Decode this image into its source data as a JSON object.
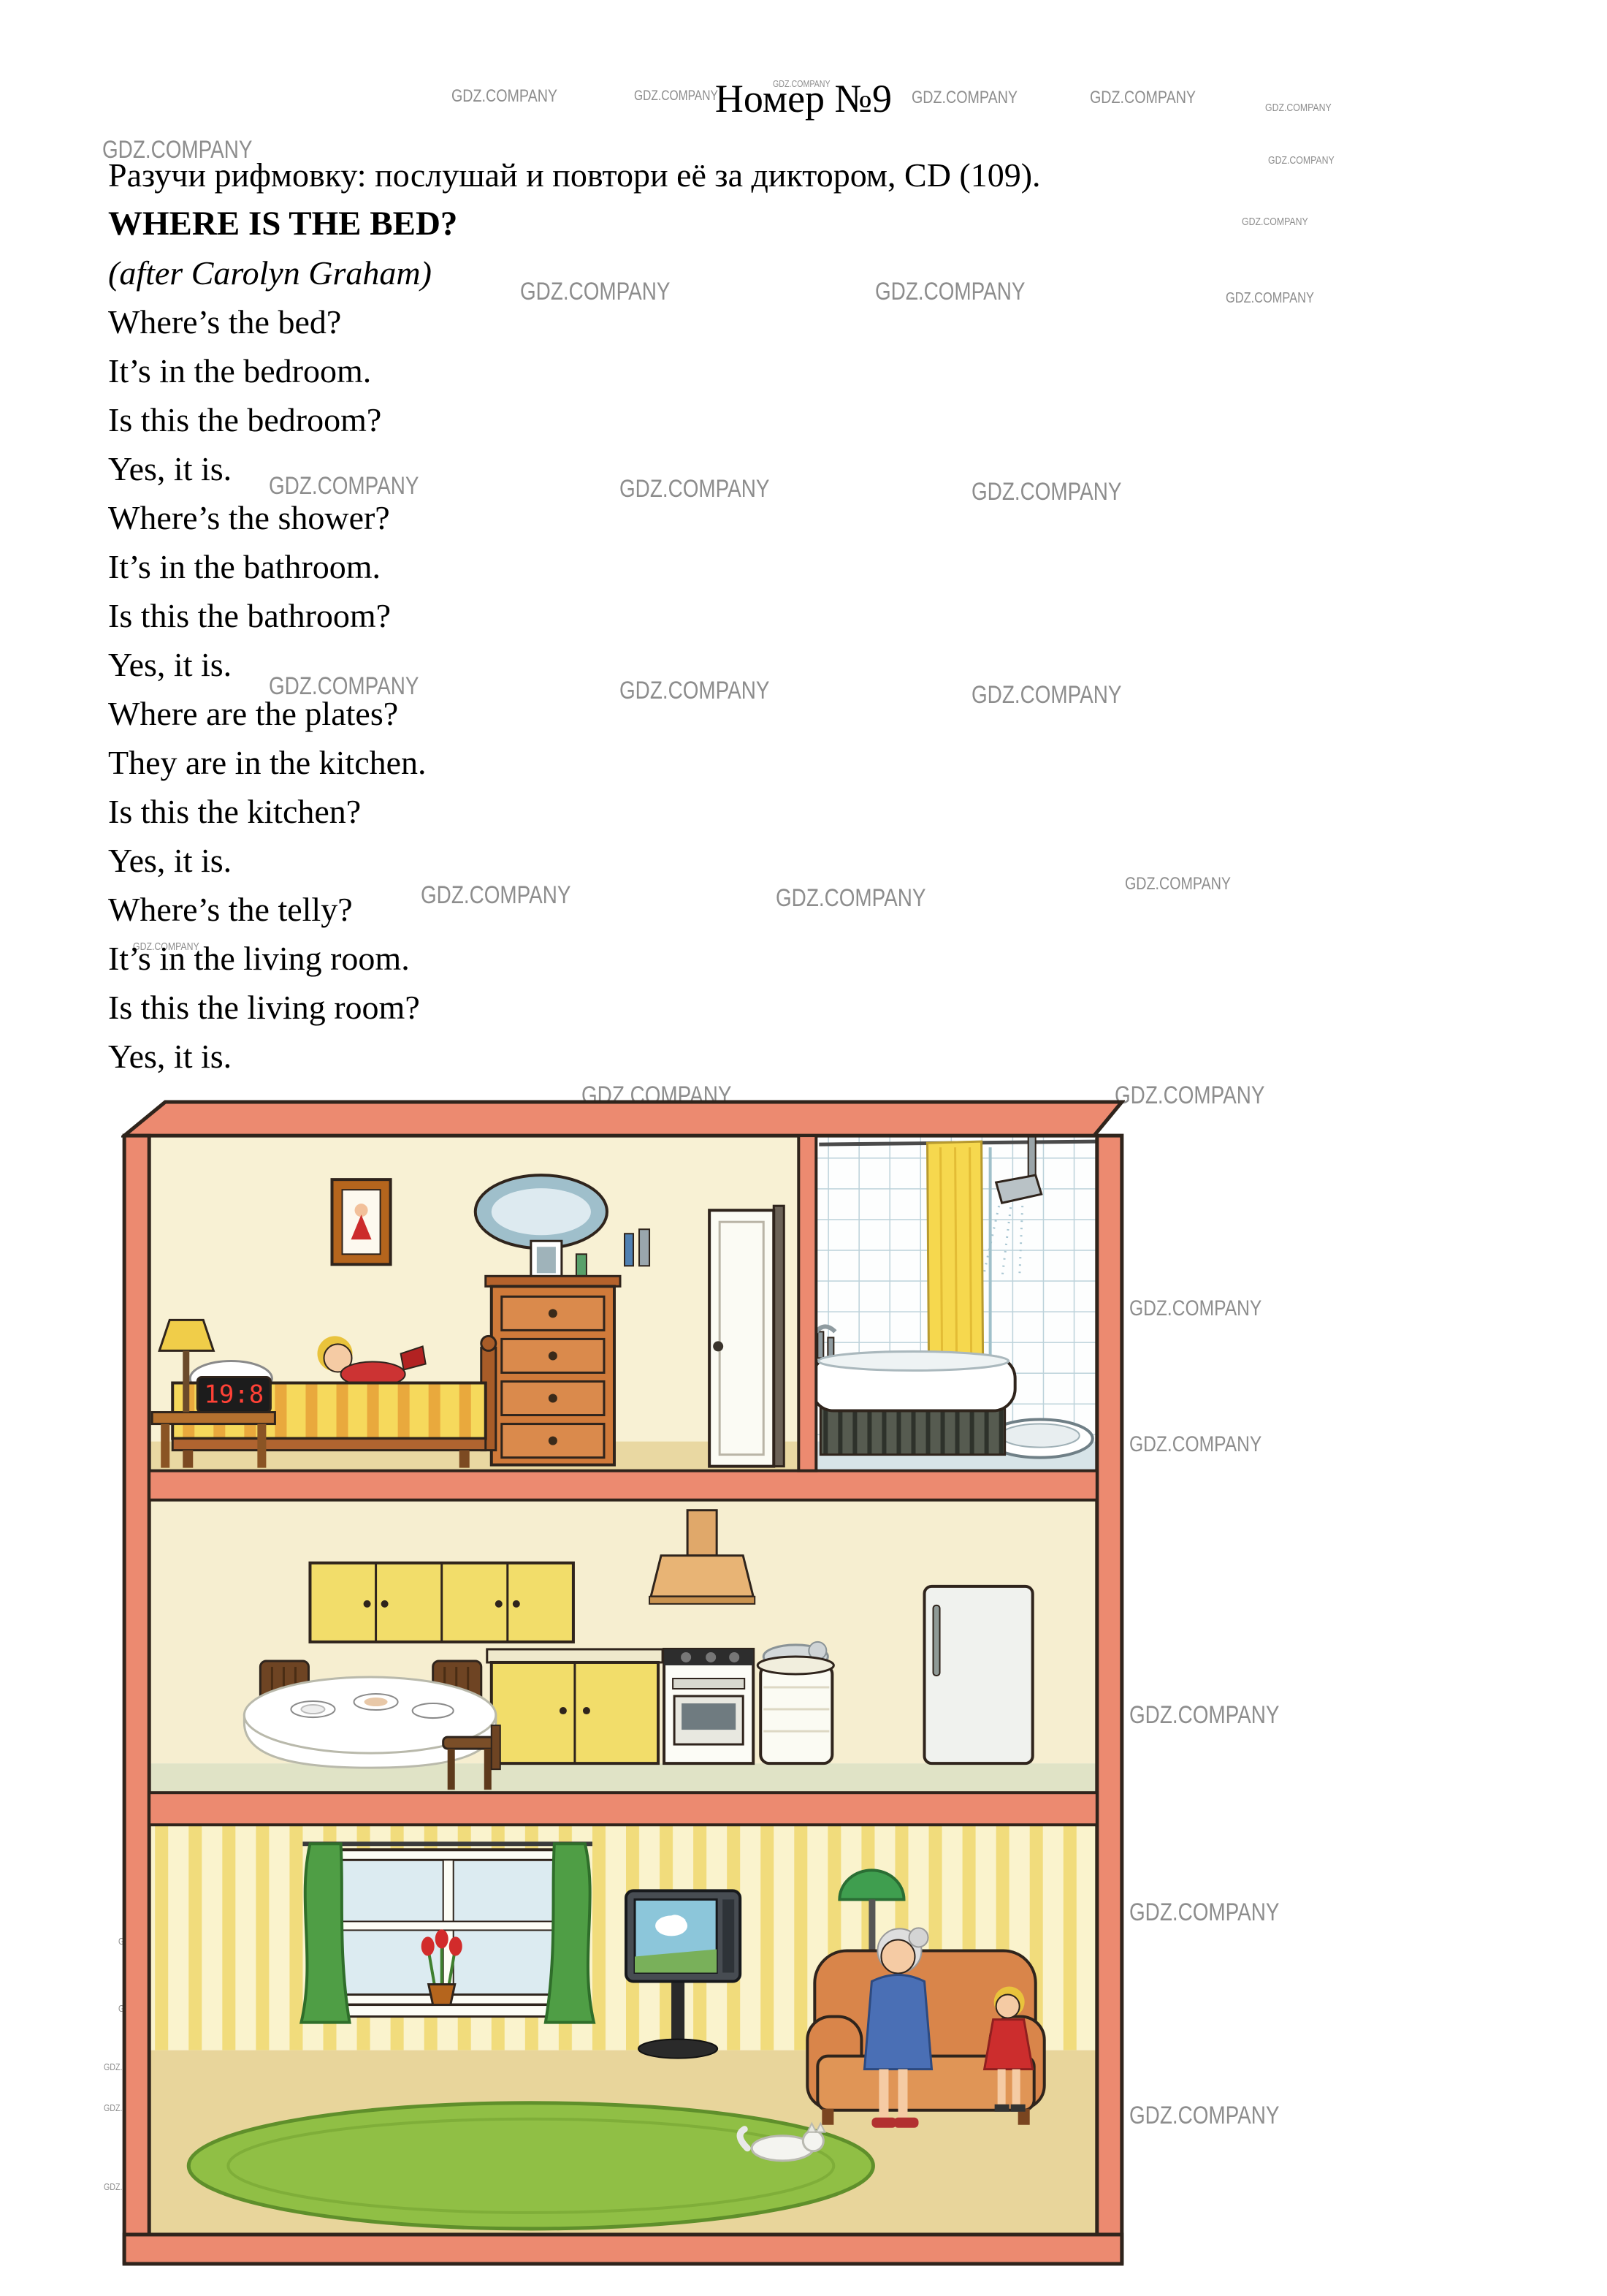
{
  "watermark": {
    "text": "GDZ.COMPANY"
  },
  "header": {
    "title": "Номер №9"
  },
  "content": {
    "instruction": "Разучи рифмовку: послушай и повтори её за диктором, CD (109).",
    "heading": "WHERE IS THE BED?",
    "attribution": "(after Carolyn Graham)",
    "poem": [
      "Where’s the bed?",
      "It’s in the bedroom.",
      "Is this the bedroom?",
      "Yes, it is.",
      "Where’s the shower?",
      "It’s in the bathroom.",
      "Is this the bathroom?",
      "Yes, it is.",
      "Where are the plates?",
      "They are in the kitchen.",
      "Is this the kitchen?",
      "Yes, it is.",
      "Where’s the telly?",
      "It’s in the living room.",
      "Is this the living room?",
      "Yes, it is."
    ]
  },
  "illustration": {
    "clock_time": "19:8"
  }
}
